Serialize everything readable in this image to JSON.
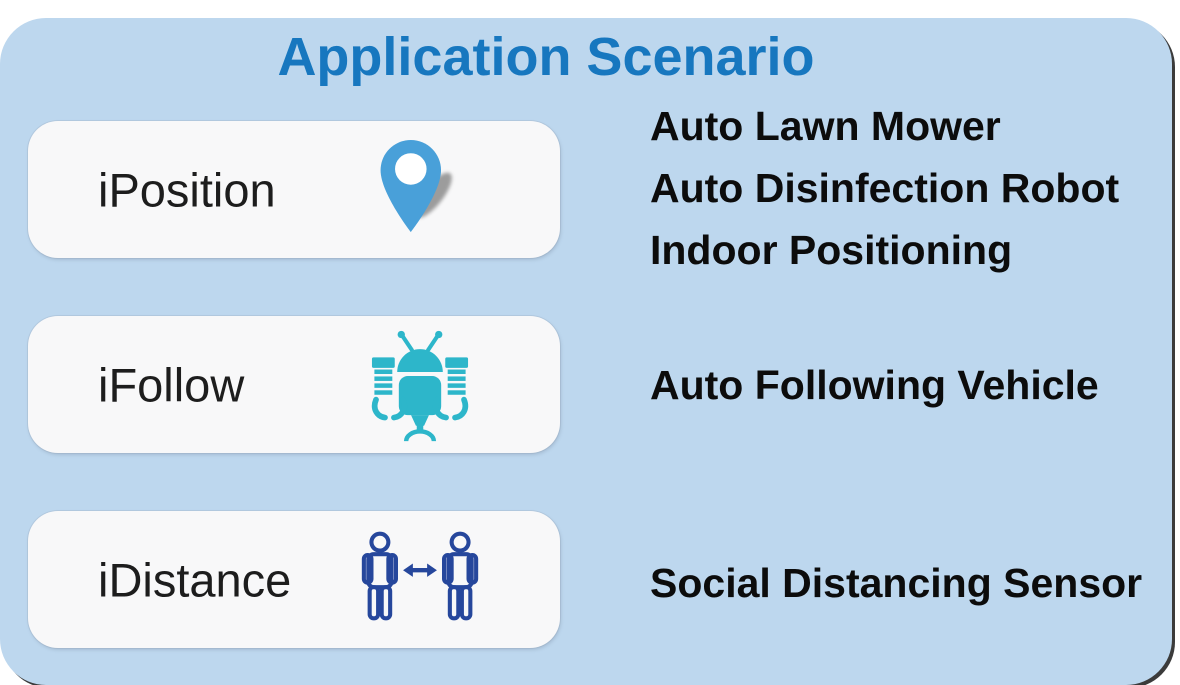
{
  "title": "Application Scenario",
  "colors": {
    "panel_background": "#bdd7ee",
    "title_blue": "#1777bf",
    "card_background": "#f8f8f9",
    "label_text": "#1d1d1d",
    "application_text": "#0c0c0c",
    "pin_blue": "#49a0d9",
    "robot_teal": "#2db6ca",
    "person_blue": "#26479c"
  },
  "rows": [
    {
      "label": "iPosition",
      "icon": "location-pin-icon",
      "apps": [
        "Auto Lawn Mower",
        "Auto Disinfection Robot",
        "Indoor Positioning"
      ]
    },
    {
      "label": "iFollow",
      "icon": "robot-icon",
      "apps": [
        "Auto Following Vehicle"
      ]
    },
    {
      "label": "iDistance",
      "icon": "social-distance-icon",
      "apps": [
        "Social Distancing Sensor"
      ]
    }
  ]
}
